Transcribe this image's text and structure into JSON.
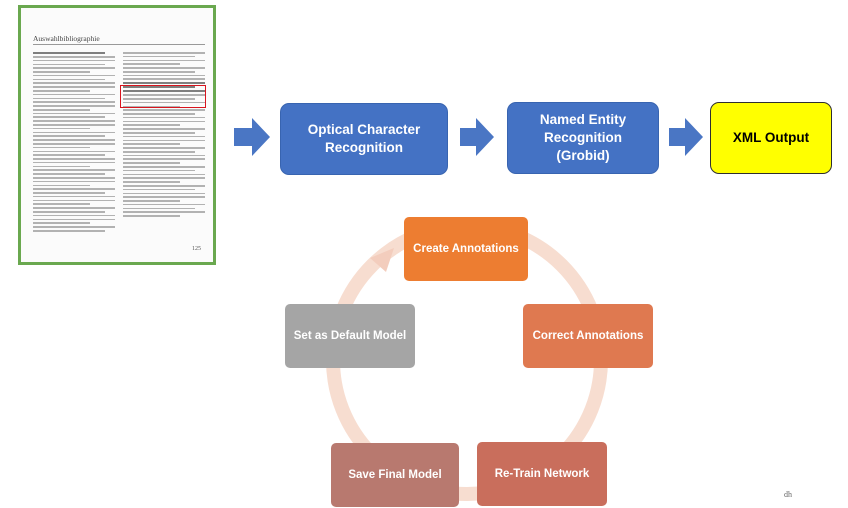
{
  "document": {
    "heading": "Auswahlbibliographie",
    "page_number": "125"
  },
  "pipeline": {
    "ocr_line1": "Optical Character",
    "ocr_line2": "Recognition",
    "ner_line1": "Named Entity",
    "ner_line2": "Recognition",
    "ner_line3": "(Grobid)",
    "output_label": "XML Output"
  },
  "cycle": {
    "steps": [
      "Create Annotations",
      "Correct Annotations",
      "Re-Train Network",
      "Save Final Model",
      "Set as Default Model"
    ]
  },
  "footer_mark": "dh",
  "colors": {
    "blue": "#4472c4",
    "arrow_blue": "#4a76c4",
    "yellow": "#ffff00",
    "green_border": "#6aa84f",
    "highlight_red": "#d9141e",
    "ring": "#f6d9cc"
  }
}
